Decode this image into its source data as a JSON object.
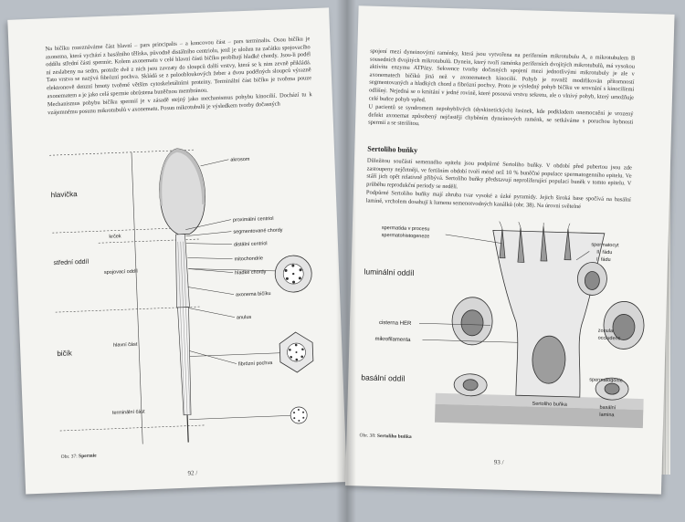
{
  "left_page": {
    "paragraphs": [
      "Na bičíku rozeznáváme část hlavní – pars principalis – a koncovou část – pars terminalis. Osou bičíku je axonema, která vychází z basálního tělíska, původně distálního centriolu, jenž je uložen na začátku spojovacího oddílu střední části spermie. Kolem axonematu v celé hlavní části bičíku probíhají hladké chordy. Jsou-li podél ní zeslabeny na sedm, protože dvě z nich jsou zavzaty do sloupců další vrstvy, která se k nim zevně přikládá. Tato vrstva se nazývá fibrózní pochva. Skládá se z poloobloukových žeber a dvou podélných sloupců výrazně elektronově denzní hmoty tvořené větším cytoskeletálními proteiny. Terminální část bičíku je tvořena pouze axonematem a je jako celá spermie obrůstena buněčnou membránou.",
      "Mechanismus pohybu bičíku spermií je v zásadě stejný jako mechanismus pohybu kinocilií. Dochází tu k vzájemnému posunu mikrotubulů v axonematu. Posun mikrotubulů je výsledkem tvorby dočasných"
    ],
    "figure_labels": {
      "head": "hlavička",
      "middle": "střední oddíl",
      "tail": "bičík",
      "neck": "krček",
      "connecting": "spojovací oddíl",
      "main": "hlavní část",
      "terminal": "terminální část",
      "acrosome": "akrosom",
      "proximal_centriole": "proximální centriol",
      "segmented_chords": "segmentované chordy",
      "distal_centriole": "distální centriol",
      "mitochondria": "mitochondrie",
      "smooth_chords": "hladké chordy",
      "axoneme": "axonema bičíku",
      "annulus": "anulus",
      "fibrous_sheath": "fibrózní pochva"
    },
    "caption_label": "Obr. 37:",
    "caption_title": "Spermie",
    "page_number": "92 /"
  },
  "right_page": {
    "paragraphs": [
      "spojení mezi dyneinovými raménky, která jsou vytvořena na periferním mikrotubulu A, a mikrotubulem B sousedních dvojitých mikrotubulů. Dynein, který tvoří raménka periferních dvojitých mikrotubulů, má vysokou aktivitu enzymu ATPázy. Sekvence tvorby dočasných spojení mezi jednotlivými mikrotubuly je ale v axonematech bičíků jiná než v axonematech kinocilií. Pohyb je rovněž modifikován přítomností segmentovaných a hladkých chord a fibrózní pochvy. Proto je výsledný pohyb bičíku ve srovnání s kinocilíemi odlišný. Nejedná se o kmitání v jedné rovině, které posouvá vrstvu sekretu, ale o vlnivý pohyb, který umožňuje celé buňce pohyb vpřed.",
      "U pacientů se syndromem nepohyblivých (dyskinetických) řasinek, kde podkladem onemocnění je vrozený defekt axonemat způsobený nejčastěji chyběním dyneinových raménk, se setkáváme s poruchou hybnosti spermií a se sterilitou."
    ],
    "heading": "Sertoliho buňky",
    "paragraphs2": [
      "Důležitou součástí semenného epitelu jsou podpůrné Sertoliho buňky. V období před pubertou jsou zde zastoupeny nejčetněji, ve fertilním období tvoří méně než 10 % buněčné populace spermatogenního epitelu. Ve stáří jich opět relativně přibývá. Sertoliho buňky představují neproliferující populaci buněk v tomto epitelu. V průběhu reprodukční periody se nedělí.",
      "Podpůrné Sertoliho buňky mají zhruba tvar vysoké a úzké pyramidy. Jejich široká base spočívá na basální lamině, vrcholem dosahují k lumenu semenotvodných kanálků (obr. 38). Na úrovni světelné"
    ],
    "figure_labels": {
      "spermatid": "spermatida v procesu spermatohistogeneze",
      "luminal": "luminální oddíl",
      "basal": "basální oddíl",
      "cisterna": "cisterna HER",
      "microfilaments": "mikrofilamenta",
      "sertoli": "Sertoliho buňka",
      "spermatocyte1": "spermatocyt",
      "spermatocyte2": "II. řádu",
      "spermatocyte3": "I. řádu",
      "zonula1": "zonula",
      "zonula2": "occludens",
      "spermatogonia": "spermatogonie",
      "lamina1": "basální",
      "lamina2": "lamina"
    },
    "caption_label": "Obr. 38:",
    "caption_title": "Sertoliho buňka",
    "page_number": "93 /"
  },
  "colors": {
    "paper": "#f4f4f1",
    "background": "#b9bfc6",
    "highlight": "#e678a0"
  }
}
